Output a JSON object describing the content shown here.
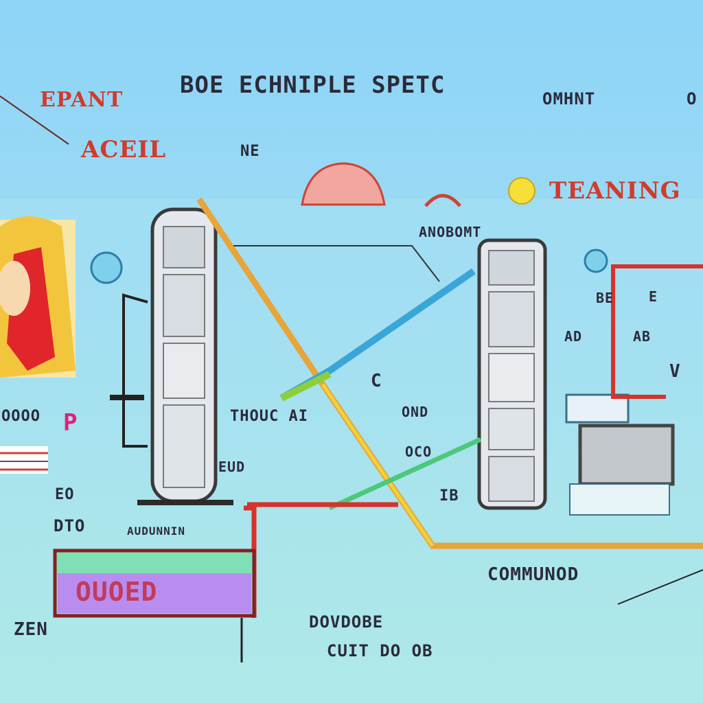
{
  "title_top": "BOE ECHNIPLE SPETC",
  "label_top_left_red": "EPANT",
  "label_top_right": "OMHNT",
  "label_top_right_edge": "O",
  "label_second_red": "ACEIL",
  "label_second_red_small": "NE",
  "label_right_red": "TEANING",
  "label_above_right_tower": "ANOBOMT",
  "label_center": "THOUC AI",
  "label_mid_small_c": "C",
  "label_mid_right": "OND",
  "label_left_side": "OOOO",
  "label_left_pink": "P",
  "label_left_small": "EO",
  "label_bottom_left_1": "DTO",
  "label_bottom_left_2": "AUDUNNIN",
  "label_under_tower_left": "EUD",
  "label_under_tower_right": "OCO",
  "label_right_mid_1": "AD",
  "label_right_mid_2": "AB",
  "label_right_mid_3": "BE",
  "label_right_v": "V",
  "label_right_small_e": "E",
  "label_right_bottom": "COMMUNOD",
  "label_mid_ib": "IB",
  "label_purple_box": "OUOED",
  "label_bottom_center_1": "DOVDOBE",
  "label_bottom_center_2": "CUIT DO OB",
  "label_bottom_left_corner": "ZEN",
  "colors": {
    "sky": "#8dd4f7",
    "accent_red": "#d23a2a",
    "pipe_yellow": "#f2d23a",
    "pipe_blue": "#3aa6d8",
    "pipe_green": "#4cc87a",
    "box_purple": "#b98cf0"
  }
}
